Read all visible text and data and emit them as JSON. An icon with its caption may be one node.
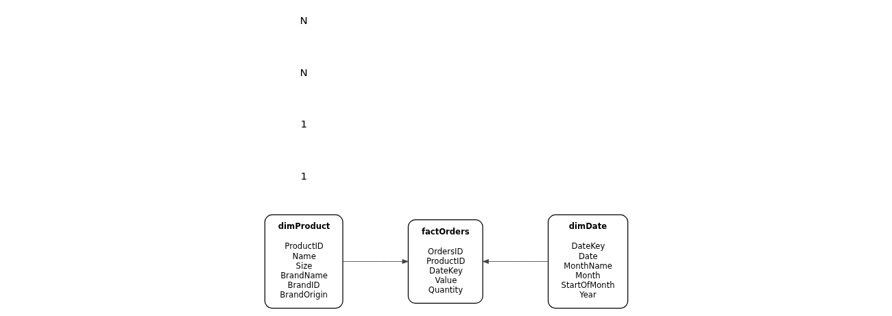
{
  "diagram": {
    "nodes": [
      {
        "text": [
          "dimProduct",
          "ProductID",
          "Name",
          "Size",
          "BrandName",
          "BrandID",
          "BrandOrigin"
        ]
      },
      {
        "text": [
          "factOrders",
          "OrdersID",
          "ProductID",
          "DateKey",
          "Value",
          "Quantity"
        ]
      },
      {
        "text": [
          "dimDate",
          "DateKey",
          "Date",
          "MonthName",
          "Month",
          "StartOfMonth",
          "Year"
        ]
      }
    ],
    "edges": [
      {
        "from": 0,
        "to": 1,
        "arrow": "to"
      },
      {
        "from": 2,
        "to": 1,
        "arrow": "to"
      }
    ],
    "labels": [
      "1",
      "1",
      "N",
      "N"
    ]
  }
}
